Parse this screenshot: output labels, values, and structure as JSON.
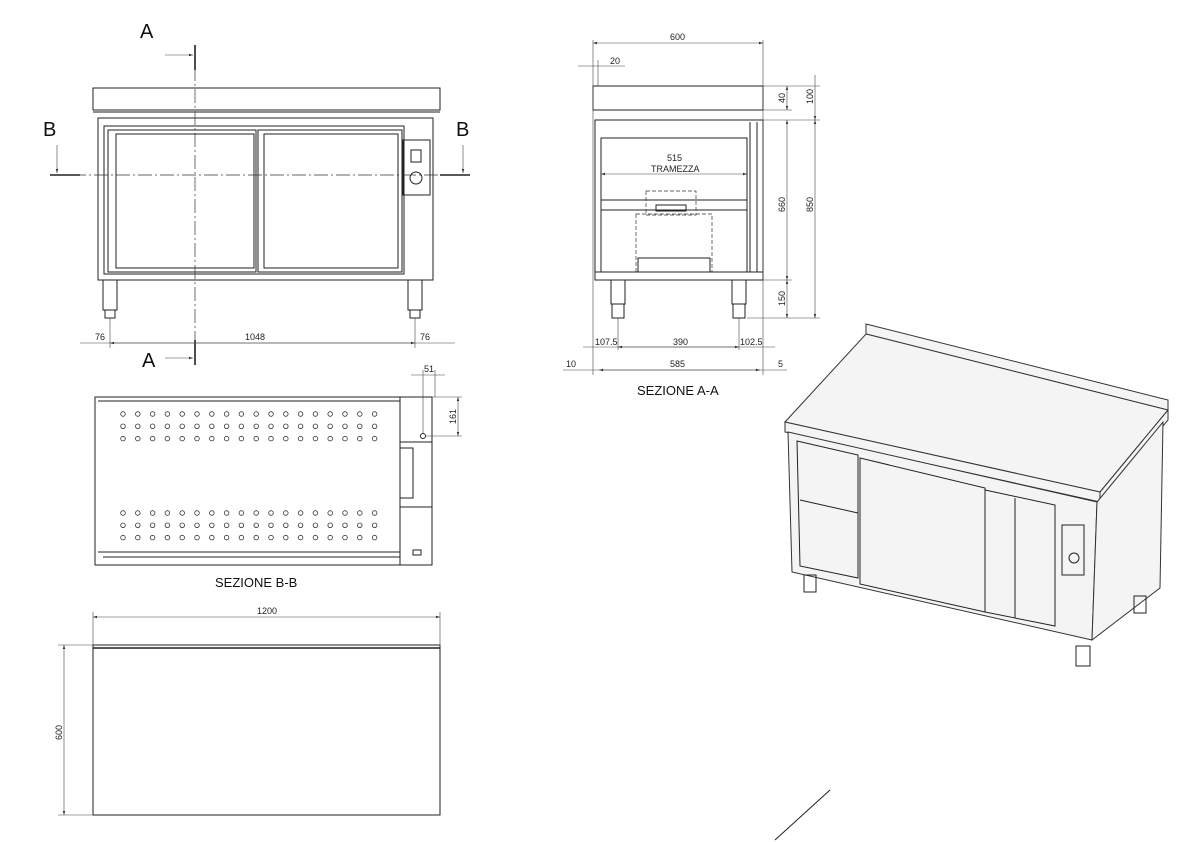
{
  "front_view": {
    "section_marks": [
      "A",
      "A",
      "B",
      "B"
    ],
    "dims": {
      "left": "76",
      "center": "1048",
      "right": "76"
    }
  },
  "section_aa": {
    "title": "SEZIONE A-A",
    "partition_label": "TRAMEZZA",
    "dims": {
      "width": "600",
      "offset": "20",
      "upstand": "40",
      "top_total": "100",
      "body": "660",
      "total_height": "850",
      "legs": "150",
      "partition": "515",
      "leg_left": "107.5",
      "leg_span": "390",
      "leg_right": "102.5",
      "left_gap": "10",
      "base": "585",
      "right_gap": "5"
    }
  },
  "section_bb": {
    "title": "SEZIONE B-B",
    "dims": {
      "x": "51",
      "y": "161"
    },
    "hole_columns": 18,
    "hole_rows": 3
  },
  "plan_view": {
    "dims": {
      "width": "1200",
      "depth": "600"
    }
  }
}
